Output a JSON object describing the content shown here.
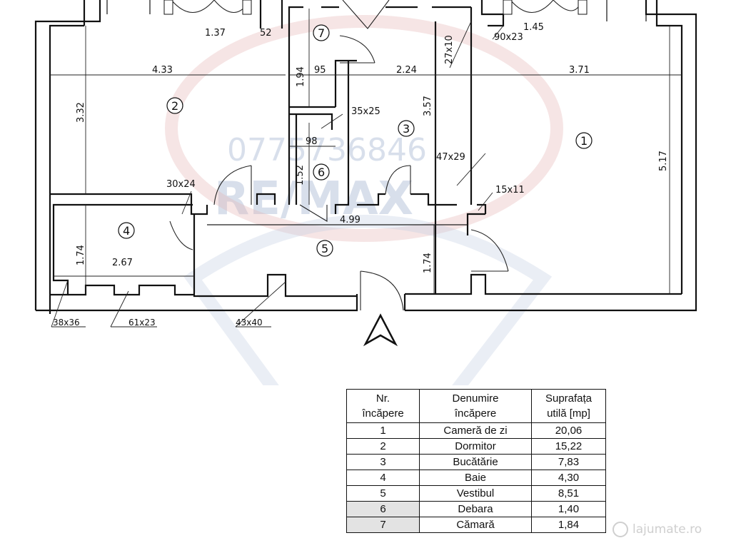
{
  "dimensions": {
    "d_137": "1.37",
    "d_52": "52",
    "d_145": "1.45",
    "d_90x23": "90x23",
    "d_433": "4.33",
    "d_194": "1.94",
    "d_95": "95",
    "d_224": "2.24",
    "d_27x10": "27x10",
    "d_371": "3.71",
    "d_332": "3.32",
    "d_357": "3.57",
    "d_35x25": "35x25",
    "d_98": "98",
    "d_152": "1.52",
    "d_47x29": "47x29",
    "d_517": "5.17",
    "d_30x24": "30x24",
    "d_15x11": "15x11",
    "d_499": "4.99",
    "d_174a": "1.74",
    "d_267": "2.67",
    "d_174b": "1.74",
    "d_38x36": "38x36",
    "d_61x23": "61x23",
    "d_43x40": "43x40"
  },
  "rooms": {
    "r1": "1",
    "r2": "2",
    "r3": "3",
    "r4": "4",
    "r5": "5",
    "r6": "6",
    "r7": "7"
  },
  "watermark": {
    "phone": "0775736846",
    "brand": "RE/MAX"
  },
  "legend": {
    "headers": [
      "Nr.\nîncăpere",
      "Denumire\nîncăpere",
      "Suprafața\nutilă [mp]"
    ],
    "rows": [
      {
        "nr": "1",
        "name": "Cameră de zi",
        "area": "20,06"
      },
      {
        "nr": "2",
        "name": "Dormitor",
        "area": "15,22"
      },
      {
        "nr": "3",
        "name": "Bucătărie",
        "area": "7,83"
      },
      {
        "nr": "4",
        "name": "Baie",
        "area": "4,30"
      },
      {
        "nr": "5",
        "name": "Vestibul",
        "area": "8,51"
      },
      {
        "nr": "6",
        "name": "Debara",
        "area": "1,40"
      },
      {
        "nr": "7",
        "name": "Cămară",
        "area": "1,84"
      }
    ]
  },
  "site_brand": "lajumate.ro"
}
